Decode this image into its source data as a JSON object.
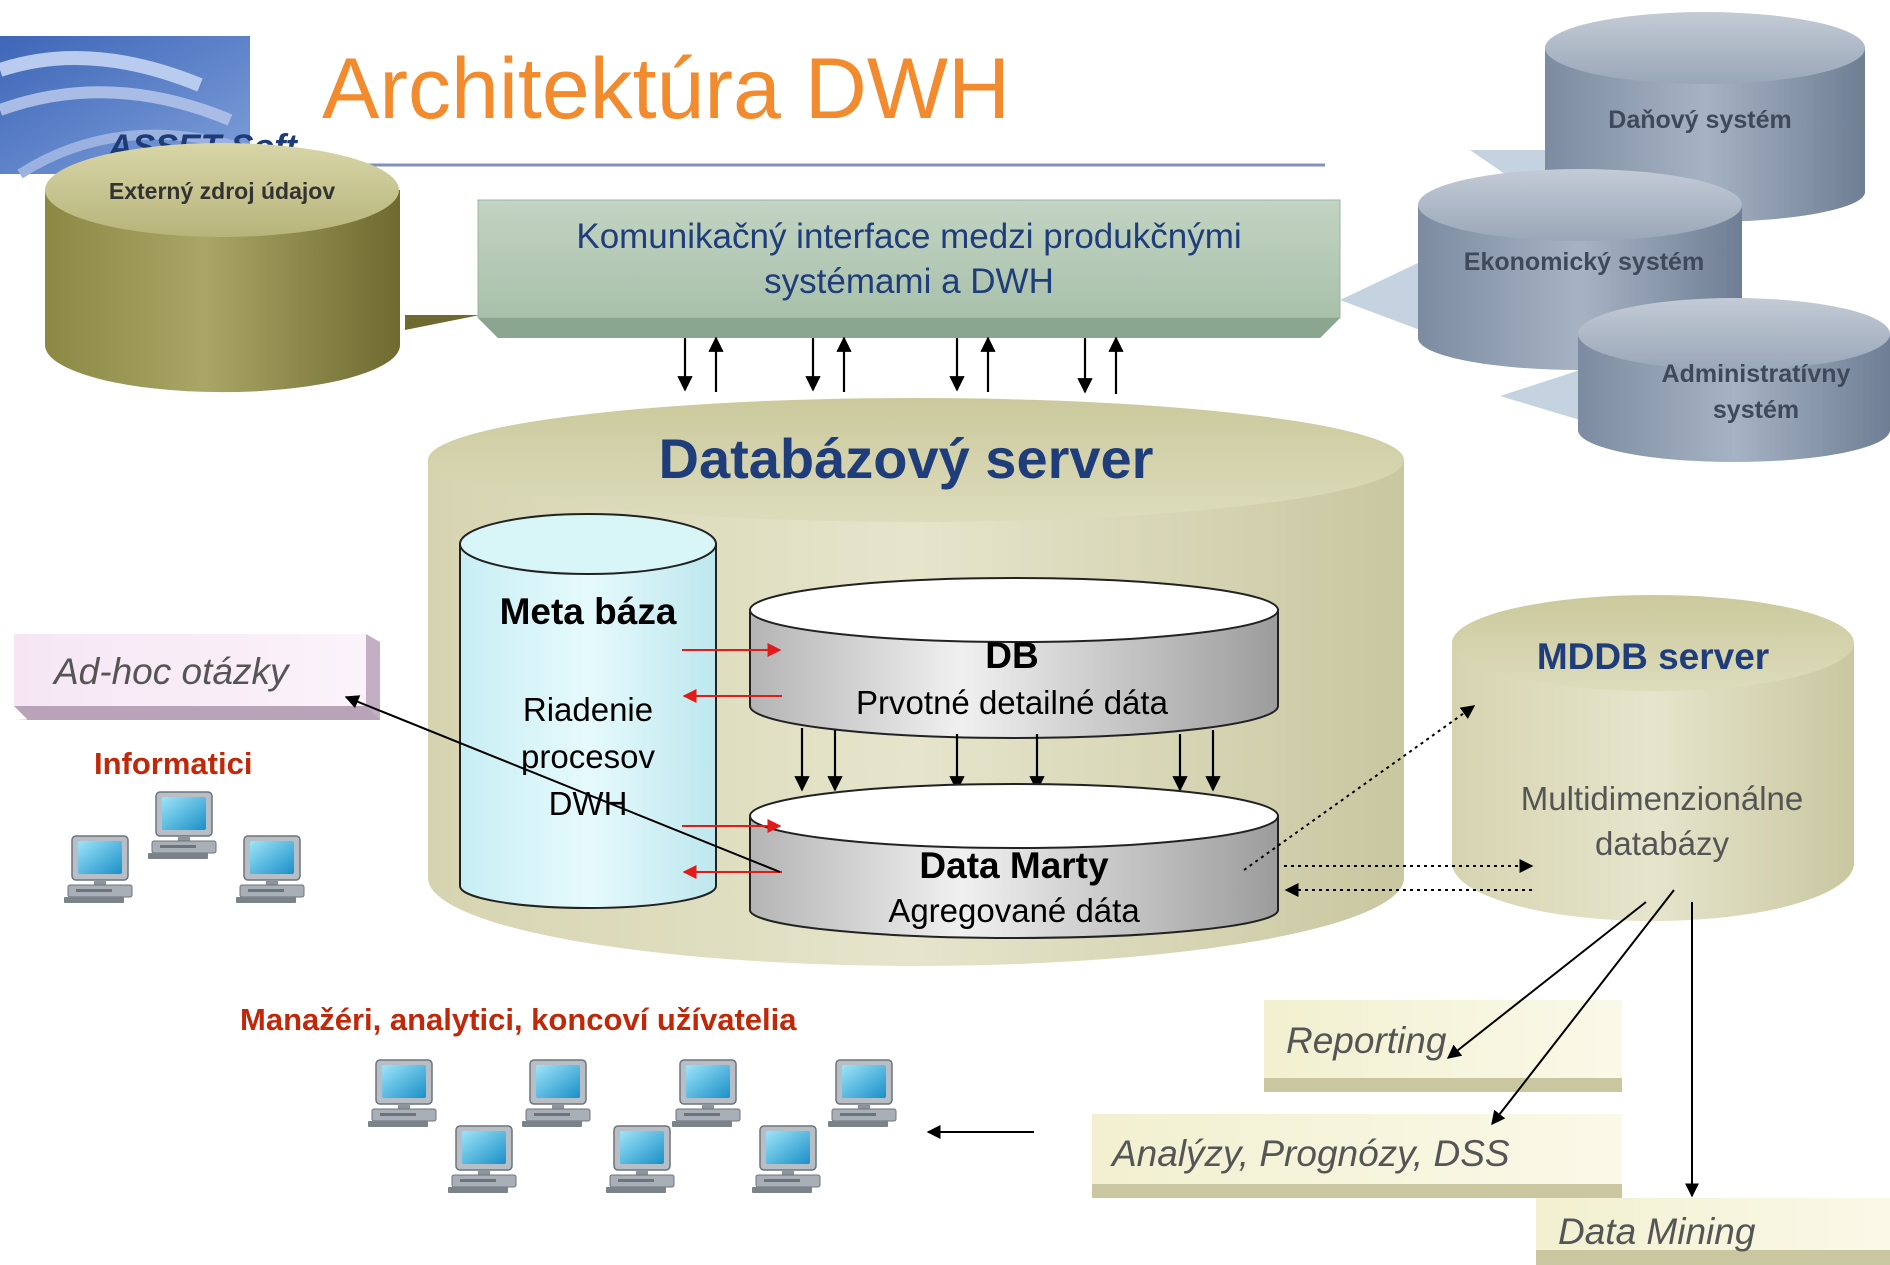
{
  "slide": {
    "title": "Architektúra DWH",
    "logo_text": "ASSET Soft"
  },
  "colors": {
    "title_orange": "#F28A2E",
    "navy": "#1F3D7A",
    "red_label": "#C0280A",
    "olive": "#7E7A3E",
    "khaki": "#E0DFBF",
    "steel": "#8A9AAE",
    "mint": "#ADC4B0"
  },
  "sources": {
    "external": "Externý zdroj údajov",
    "tax": "Daňový systém",
    "economic": "Ekonomický systém",
    "admin_line1": "Administratívny",
    "admin_line2": "systém"
  },
  "interface": {
    "line1": "Komunikačný interface medzi produkčnými",
    "line2": "systémami a DWH"
  },
  "db_server": {
    "title": "Databázový server",
    "meta_title": "Meta báza",
    "meta_line1": "Riadenie",
    "meta_line2": "procesov",
    "meta_line3": "DWH",
    "db_title": "DB",
    "db_subtitle": "Prvotné detailné dáta",
    "marts_title": "Data Marty",
    "marts_subtitle": "Agregované dáta"
  },
  "mddb": {
    "title": "MDDB server",
    "line1": "Multidimenzionálne",
    "line2": "databázy"
  },
  "users": {
    "adhoc": "Ad-hoc otázky",
    "it_staff": "Informatici",
    "managers": "Manažéri, analytici, koncoví užívatelia"
  },
  "outputs": {
    "reporting": "Reporting",
    "analysis": "Analýzy, Prognózy, DSS",
    "mining": "Data Mining"
  }
}
